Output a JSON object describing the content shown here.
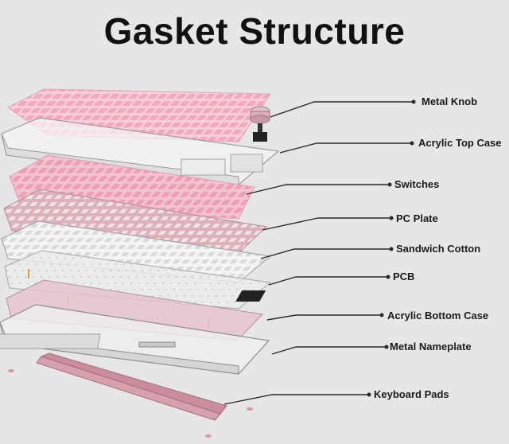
{
  "title": "Gasket Structure",
  "labels": {
    "metal_knob": "Metal Knob",
    "acrylic_top_case": "Acrylic Top Case",
    "switches": "Switches",
    "pc_plate": "PC Plate",
    "sandwich_cotton": "Sandwich Cotton",
    "pcb": "PCB",
    "acrylic_bottom_case": "Acrylic Bottom Case",
    "metal_nameplate": "Metal Nameplate",
    "keyboard_pads": "Keyboard Pads"
  },
  "colors": {
    "background": "#e6e6e6",
    "keycap_pink": "#f2b6c6",
    "plate_pink": "#e3bcc4",
    "pad_pink": "#d69aa9",
    "leader_line": "#2a2a2a"
  }
}
